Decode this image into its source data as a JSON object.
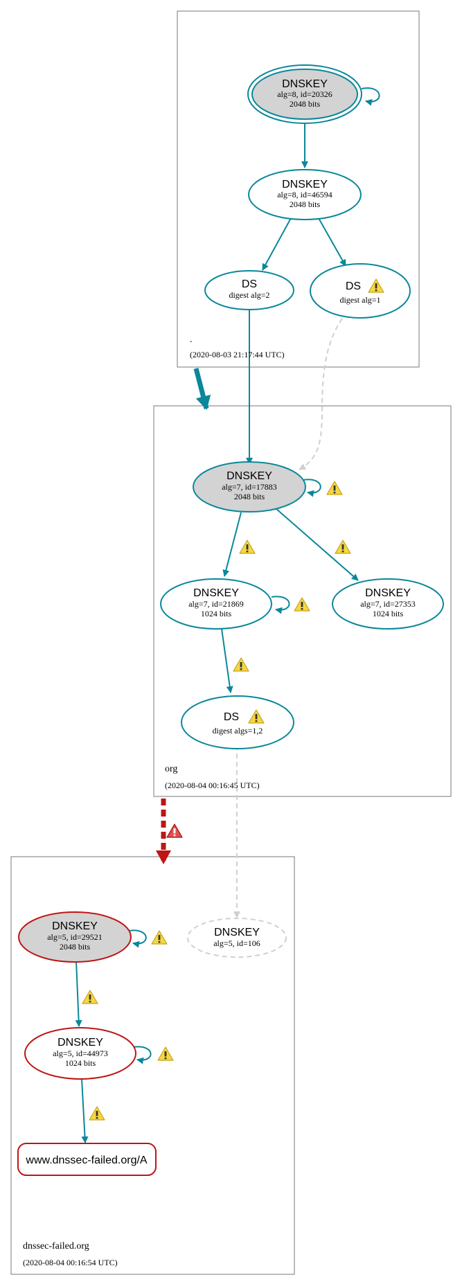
{
  "colors": {
    "valid": "#0a879a",
    "error": "#be1515",
    "insecure": "#d0d0d0",
    "secure_entry_fill": "#d3d3d3",
    "zone_border": "#777777",
    "warning_fill": "#f5d742",
    "error_icon_fill": "#e05050"
  },
  "icons": {
    "warning": "warning-triangle-icon",
    "error": "error-triangle-icon"
  },
  "zones": {
    "root": {
      "name": ".",
      "timestamp": "(2020-08-03 21:17:44 UTC)"
    },
    "org": {
      "name": "org",
      "timestamp": "(2020-08-04 00:16:45 UTC)"
    },
    "dnssec": {
      "name": "dnssec-failed.org",
      "timestamp": "(2020-08-04 00:16:54 UTC)"
    }
  },
  "nodes": {
    "root_ksk": {
      "title": "DNSKEY",
      "line1": "alg=8, id=20326",
      "line2": "2048 bits"
    },
    "root_zsk": {
      "title": "DNSKEY",
      "line1": "alg=8, id=46594",
      "line2": "2048 bits"
    },
    "root_ds2": {
      "title": "DS",
      "line1": "digest alg=2"
    },
    "root_ds1": {
      "title": "DS",
      "line1": "digest alg=1"
    },
    "org_ksk": {
      "title": "DNSKEY",
      "line1": "alg=7, id=17883",
      "line2": "2048 bits"
    },
    "org_zsk1": {
      "title": "DNSKEY",
      "line1": "alg=7, id=21869",
      "line2": "1024 bits"
    },
    "org_zsk2": {
      "title": "DNSKEY",
      "line1": "alg=7, id=27353",
      "line2": "1024 bits"
    },
    "org_ds": {
      "title": "DS",
      "line1": "digest algs=1,2"
    },
    "d_ksk": {
      "title": "DNSKEY",
      "line1": "alg=5, id=29521",
      "line2": "2048 bits"
    },
    "d_missing": {
      "title": "DNSKEY",
      "line1": "alg=5, id=106"
    },
    "d_zsk": {
      "title": "DNSKEY",
      "line1": "alg=5, id=44973",
      "line2": "1024 bits"
    },
    "rrset": {
      "label": "www.dnssec-failed.org/A"
    }
  }
}
